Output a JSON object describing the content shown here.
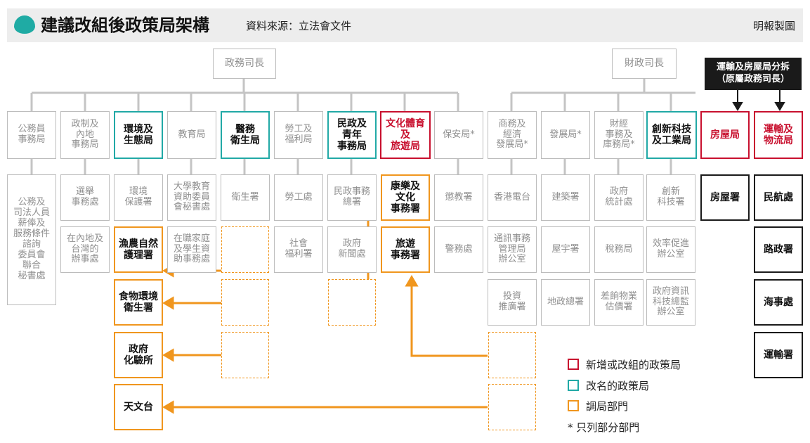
{
  "header": {
    "title": "建議改組後政策局架構",
    "source": "資料來源：立法會文件",
    "credit": "明報製圖"
  },
  "secretaries": {
    "cs": "政務司長",
    "fs": "財政司長",
    "note": "運輸及房屋局分拆\n（原屬政務司長）"
  },
  "bureaus": [
    "公務員\n事務局",
    "政制及\n內地\n事務局",
    "環境及\n生態局",
    "教育局",
    "醫務\n衛生局",
    "勞工及\n福利局",
    "民政及\n青年\n事務局",
    "文化體育\n及\n旅遊局",
    "保安局*",
    "商務及\n經濟\n發展局*",
    "發展局*",
    "財經\n事務及\n庫務局*",
    "創新科技\n及工業局",
    "房屋局",
    "運輸及\n物流局"
  ],
  "departments": {
    "civil_service": "公務及\n司法人員\n薪俸及\n服務條件\n諮詢\n委員會\n聯合\n秘書處",
    "registration": "選舉\n事務處",
    "mainland_taiwan": "在內地及\n台灣的\n辦事處",
    "epd": "環境\n保護署",
    "afcd": "漁農自然\n護理署",
    "fehd": "食物環境\n衛生署",
    "govt_lab": "政府\n化驗所",
    "observatory": "天文台",
    "ugc": "大學教育\n資助委員\n會秘書處",
    "family_council": "在職家庭\n及學生資\n助事務處",
    "dh": "衛生署",
    "labour": "勞工處",
    "swd": "社會\n福利署",
    "had": "民政事務\n總署",
    "isd": "政府\n新聞處",
    "lcsd": "康樂及\n文化\n事務署",
    "tourism": "旅遊\n事務署",
    "csd": "懲教署",
    "police": "警務處",
    "rthk": "香港電台",
    "ofca": "通訊事務\n管理局\n辦公室",
    "investhk": "投資\n推廣署",
    "bd": "建築署",
    "archsd": "屋宇署",
    "landsd": "地政總署",
    "censtatd": "政府\n統計處",
    "ird": "稅務局",
    "rvd": "差餉物業\n估價署",
    "itc": "創新\n科技署",
    "efficiency": "效率促進\n辦公室",
    "ogcio": "政府資訊\n科技總監\n辦公室",
    "housing": "房屋署",
    "cad": "民航處",
    "hyd": "路政署",
    "marine": "海事處",
    "td": "運輸署"
  },
  "legend": {
    "items": [
      {
        "label": "新增或改組的政策局",
        "color": "#c8102e"
      },
      {
        "label": "改名的政策局",
        "color": "#21a9a6"
      },
      {
        "label": "調局部門",
        "color": "#f0961e"
      }
    ],
    "footnote": "* 只列部分部門"
  },
  "colors": {
    "teal": "#21a9a6",
    "red": "#c8102e",
    "orange": "#f0961e",
    "grey": "#bcbcbc"
  }
}
